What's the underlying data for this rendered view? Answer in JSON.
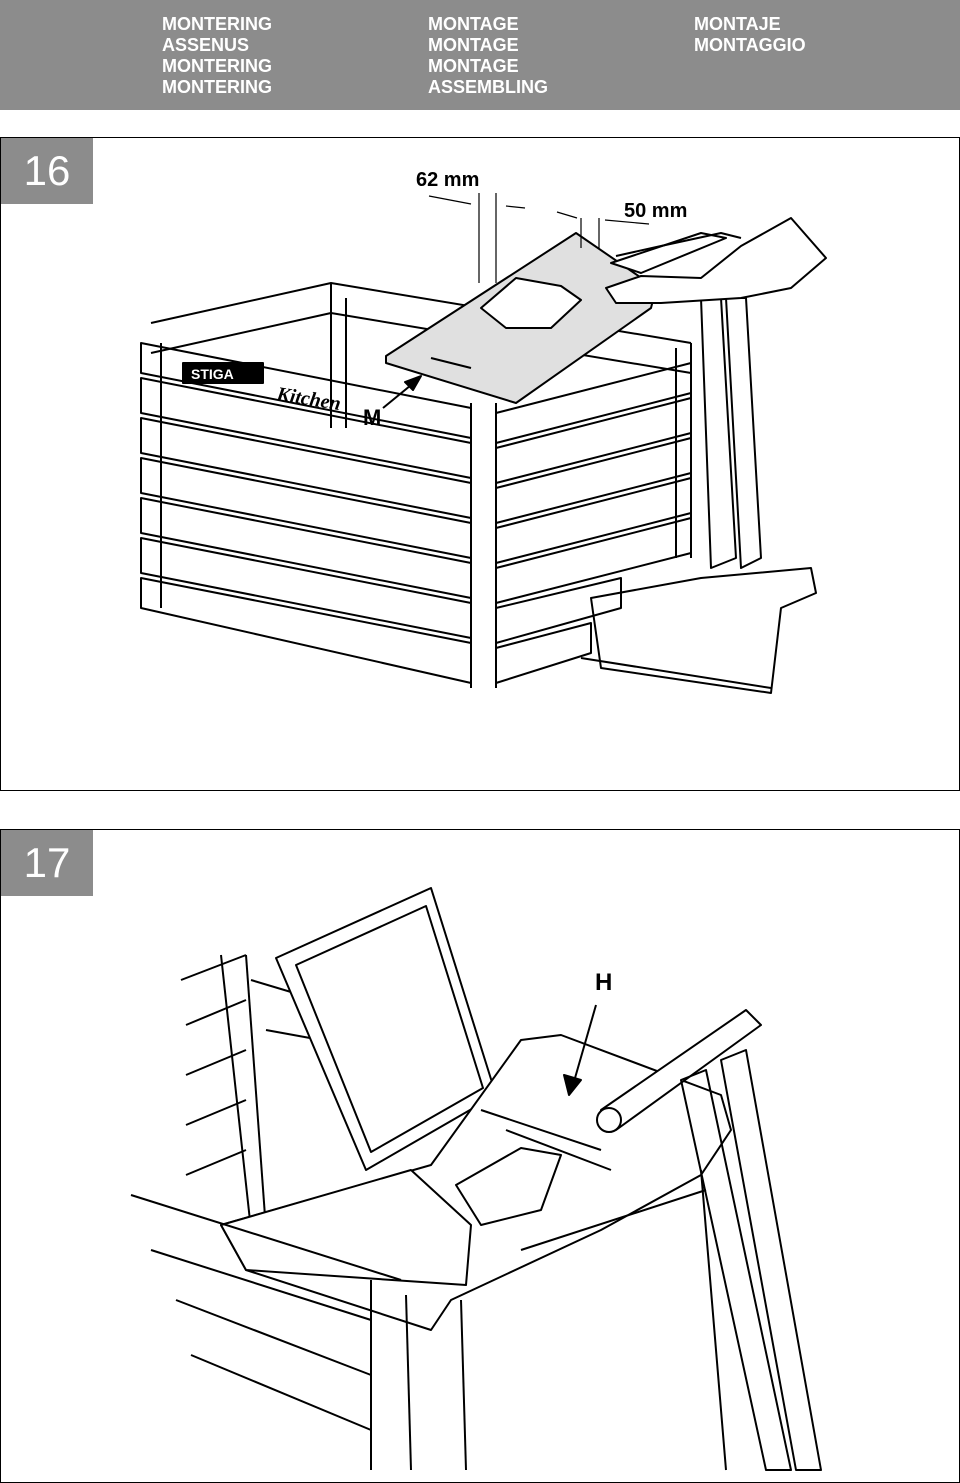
{
  "header": {
    "columns": [
      [
        "MONTERING",
        "ASSENUS",
        "MONTERING",
        "MONTERING"
      ],
      [
        "MONTAGE",
        "MONTAGE",
        "MONTAGE",
        "ASSEMBLING"
      ],
      [
        "MONTAJE",
        "MONTAGGIO"
      ]
    ]
  },
  "figure16": {
    "number": "16",
    "dim_left": "62 mm",
    "dim_right": "50 mm",
    "brand": "STIGA",
    "product": "Kitchen",
    "part_label": "M"
  },
  "figure17": {
    "number": "17",
    "part_label": "H"
  },
  "colors": {
    "header_bg": "#8c8c8c",
    "text_on_header": "#ffffff",
    "line": "#000000"
  }
}
